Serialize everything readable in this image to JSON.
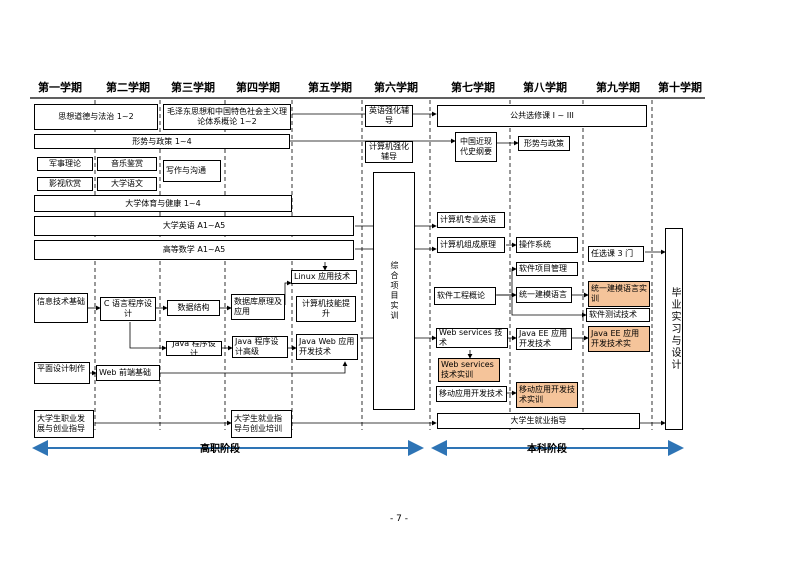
{
  "header": {
    "terms": [
      "第一学期",
      "第二学期",
      "第三学期",
      "第四学期",
      "第五学期",
      "第六学期",
      "第七学期",
      "第八学期",
      "第九学期",
      "第十学期"
    ]
  },
  "courses": {
    "morality": "思想道德与法治 1~2",
    "mao": "毛泽东思想和中国特色社会主义理论体系概论 1~2",
    "policy": "形势与政策 1~4",
    "military": "军事理论",
    "music": "音乐鉴赏",
    "writing": "写作与沟通",
    "film": "影视欣赏",
    "chinese": "大学语文",
    "pe": "大学体育与健康 1~4",
    "english": "大学英语 A1~A5",
    "math": "高等数学 A1~A5",
    "it_basic": "信息技术基础",
    "c_lang": "C 语言程序设计",
    "data_struct": "数据结构",
    "db": "数据库原理及应用",
    "java": "Java 程序设计",
    "java_adv": "Java 程序设计高级",
    "linux": "Linux 应用技术",
    "computer_skill": "计算机技能提升",
    "java_web": "Java Web 应用开发技术",
    "graphic": "平面设计制作",
    "web_front": "Web 前端基础",
    "career": "大学生职业发展与创业指导",
    "employment": "大学生就业指导与创业培训",
    "english_tutor": "英语强化辅导",
    "computer_tutor": "计算机强化辅导",
    "practice": "综合项目实训",
    "public_elective": "公共选修课 I ~ III",
    "modern_history": "中国近现代史纲要",
    "policy2": "形势与政策",
    "cs_english": "计算机专业英语",
    "organization": "计算机组成原理",
    "os": "操作系统",
    "sw_engineering": "软件工程概论",
    "project_mgmt": "软件项目管理",
    "uml": "统一建模语言",
    "uml_practice": "统一建模语言实训",
    "web_services": "Web services 技术",
    "ws_practice": "Web services 技术实训",
    "java_ee": "Java EE 应用开发技术",
    "java_ee_practice": "Java EE 应用开发技术实",
    "mobile": "移动应用开发技术",
    "mobile_practice": "移动应用开发技术实训",
    "sw_testing": "软件测试技术",
    "elective3": "任选课 3 门",
    "graduation": "毕业实习与设计",
    "employment2": "大学生就业指导"
  },
  "stages": {
    "vocational": "高职阶段",
    "undergraduate": "本科阶段"
  },
  "footer": {
    "page_number": "- 7 -"
  },
  "colors": {
    "highlight": "#f5c49a",
    "arrow_blue": "#2e74b5"
  }
}
